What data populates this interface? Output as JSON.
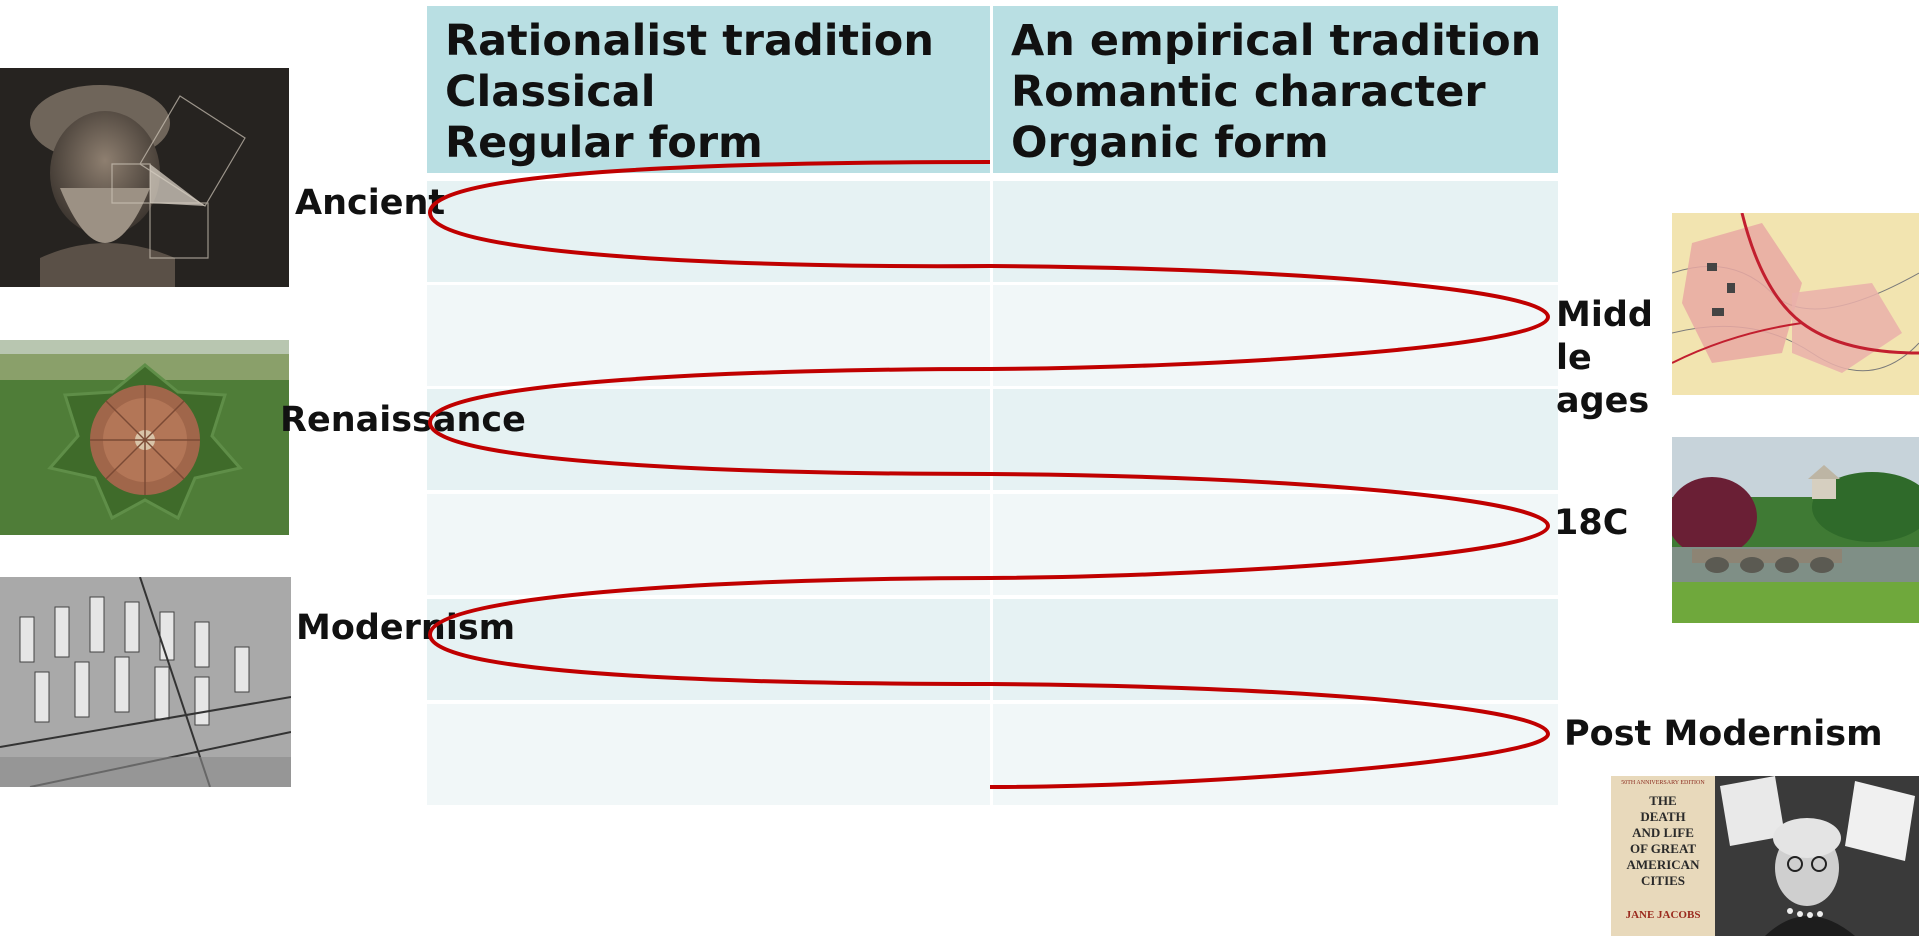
{
  "header": {
    "left_lines": [
      "Rationalist tradition",
      "Classical",
      "Regular form"
    ],
    "right_lines": [
      "An empirical tradition",
      "Romantic character",
      "Organic form"
    ]
  },
  "eras_left": [
    "Ancient",
    "Renaissance",
    "Modernism"
  ],
  "eras_right": {
    "middle_ages_lines": [
      "Midd",
      "le",
      "ages"
    ],
    "eighteenth_century": "18C",
    "post_modernism": "Post Modernism"
  },
  "book_cover": {
    "edition": "50TH ANNIVERSARY EDITION",
    "title_lines": [
      "THE",
      "DEATH",
      "AND LIFE",
      "OF GREAT",
      "AMERICAN",
      "CITIES"
    ],
    "author": "JANE JACOBS"
  },
  "colors": {
    "header_bg": "#b9dfe3",
    "row_a": "#e6f2f3",
    "row_b": "#f1f7f8",
    "curve": "#c00000"
  }
}
